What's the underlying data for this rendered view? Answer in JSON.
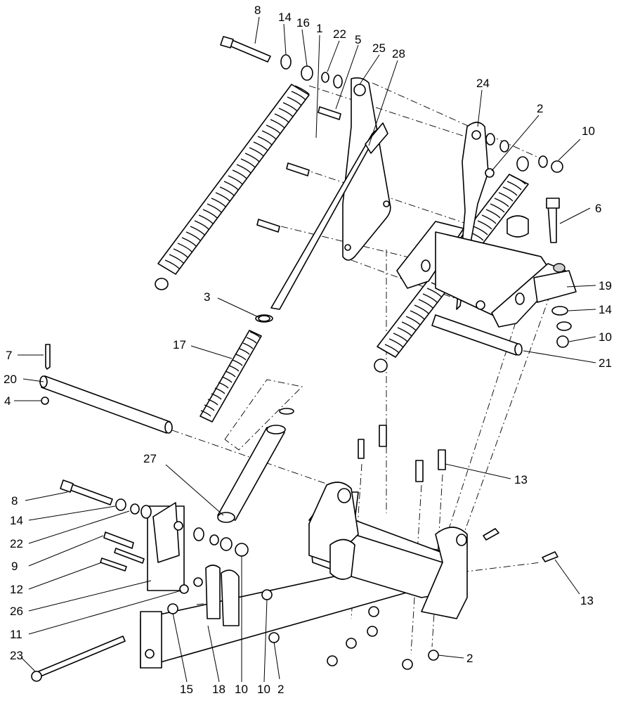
{
  "callouts": {
    "c8_top": "8",
    "c14_top": "14",
    "c16": "16",
    "c1": "1",
    "c22_top": "22",
    "c5": "5",
    "c25": "25",
    "c28": "28",
    "c24": "24",
    "c2_top": "2",
    "c10_top": "10",
    "c6": "6",
    "c19": "19",
    "c14_right": "14",
    "c10_right": "10",
    "c21": "21",
    "c3": "3",
    "c17": "17",
    "c7": "7",
    "c20": "20",
    "c4": "4",
    "c27": "27",
    "c13_mid": "13",
    "c8_left": "8",
    "c14_left": "14",
    "c22_left": "22",
    "c9": "9",
    "c12": "12",
    "c26": "26",
    "c11": "11",
    "c13_right": "13",
    "c23": "23",
    "c15": "15",
    "c18": "18",
    "c10_bot_a": "10",
    "c10_bot_b": "10",
    "c2_bot_a": "2",
    "c2_bot_b": "2"
  }
}
